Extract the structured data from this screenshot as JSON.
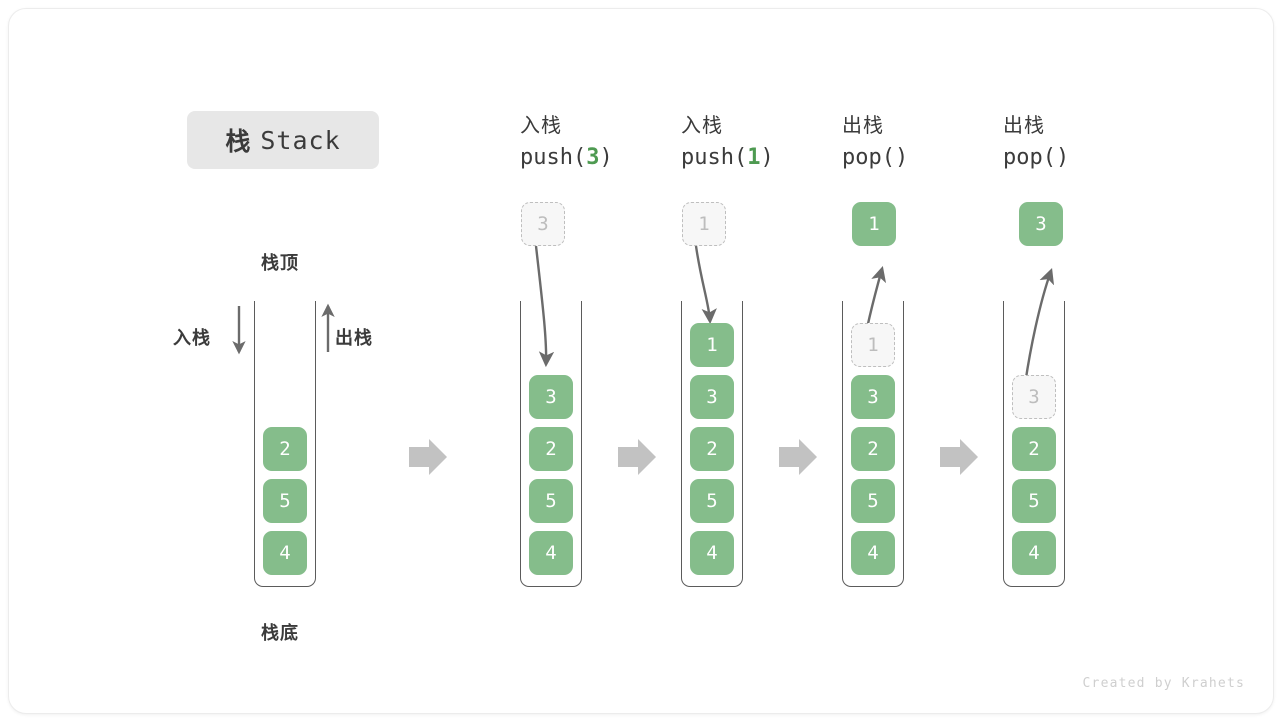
{
  "title": {
    "cn": "栈",
    "en": "Stack"
  },
  "labels": {
    "top": "栈顶",
    "bottom": "栈底",
    "push_side": "入栈",
    "pop_side": "出栈"
  },
  "credit": "Created by Krahets",
  "colors": {
    "green": "#85bd8b",
    "ghost_fill": "#f7f7f7",
    "ghost_border": "#bfbfbf",
    "ghost_text": "#bdbdbd",
    "outline": "#5b5b5b",
    "flow_arrow": "#c2c2c2",
    "curve_arrow": "#6b6b6b",
    "chip_bg": "#e7e7e7",
    "text": "#3b3b3b",
    "accent_arg": "#4e9a51"
  },
  "columns": [
    {
      "id": "initial",
      "header": {
        "cn": "",
        "fn_prefix": "",
        "fn_arg": "",
        "fn_suffix": ""
      },
      "stack": [
        "2",
        "5",
        "4"
      ],
      "ghost": null,
      "outside": null
    },
    {
      "id": "push-3",
      "header": {
        "cn": "入栈",
        "fn_prefix": "push(",
        "fn_arg": "3",
        "fn_suffix": ")"
      },
      "stack": [
        "3",
        "2",
        "5",
        "4"
      ],
      "ghost": {
        "value": "3",
        "position": "above"
      },
      "outside": null
    },
    {
      "id": "push-1",
      "header": {
        "cn": "入栈",
        "fn_prefix": "push(",
        "fn_arg": "1",
        "fn_suffix": ")"
      },
      "stack": [
        "1",
        "3",
        "2",
        "5",
        "4"
      ],
      "ghost": {
        "value": "1",
        "position": "above"
      },
      "outside": null
    },
    {
      "id": "pop-1",
      "header": {
        "cn": "出栈",
        "fn_prefix": "pop(",
        "fn_arg": "",
        "fn_suffix": ")"
      },
      "stack": [
        "3",
        "2",
        "5",
        "4"
      ],
      "ghost": {
        "value": "1",
        "position": "in-stack-top"
      },
      "outside": {
        "value": "1"
      }
    },
    {
      "id": "pop-3",
      "header": {
        "cn": "出栈",
        "fn_prefix": "pop(",
        "fn_arg": "",
        "fn_suffix": ")"
      },
      "stack": [
        "2",
        "5",
        "4"
      ],
      "ghost": {
        "value": "3",
        "position": "in-stack-top"
      },
      "outside": {
        "value": "3"
      }
    }
  ]
}
